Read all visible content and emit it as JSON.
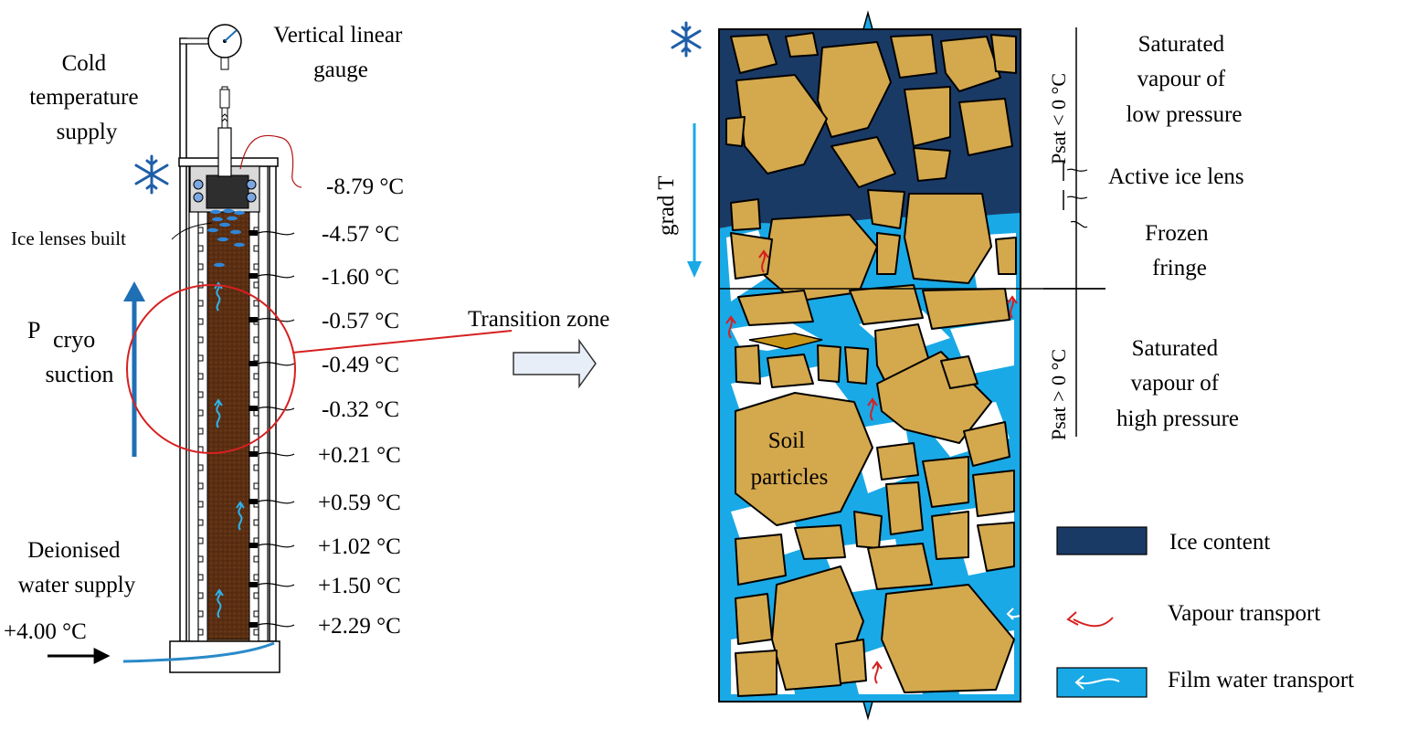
{
  "left_panel": {
    "gauge_label": [
      "Vertical linear",
      "gauge"
    ],
    "cold_supply_label": [
      "Cold",
      "temperature",
      "supply"
    ],
    "ice_lenses_label": "Ice lenses built",
    "suction_label": {
      "main": "P",
      "sub": "cryo",
      "line2": "suction"
    },
    "water_supply_label": [
      "Deionised",
      "water supply"
    ],
    "inlet_temperature": "+4.00 °C",
    "probe_temperatures": [
      "-8.79 °C",
      "-4.57 °C",
      "-1.60 °C",
      "-0.57 °C",
      "-0.49 °C",
      "-0.32 °C",
      "+0.21 °C",
      "+0.59 °C",
      "+1.02 °C",
      "+1.50 °C",
      "+2.29 °C"
    ],
    "transition_label": "Transition zone"
  },
  "right_panel": {
    "grad_label": "grad T",
    "soil_label": [
      "Soil",
      "particles"
    ],
    "psat_low_axis": "Psat < 0 °C",
    "psat_high_axis": "Psat > 0 °C",
    "zone_labels": {
      "saturated_low": [
        "Saturated",
        "vapour of",
        "low pressure"
      ],
      "active_lens": "Active ice lens",
      "frozen_fringe": [
        "Frozen",
        "fringe"
      ],
      "saturated_high": [
        "Saturated",
        "vapour of",
        "high pressure"
      ]
    }
  },
  "legend": [
    {
      "key": "ice",
      "label": "Ice content",
      "color": "#1a3a66"
    },
    {
      "key": "vapour",
      "label": "Vapour transport",
      "color": "#d62020"
    },
    {
      "key": "film",
      "label": "Film water transport",
      "color": "#19a9e6"
    }
  ],
  "colors": {
    "soil_column": "#5a2e12",
    "soil_particle": "#d4a84d",
    "ice": "#1a3a66",
    "water_film": "#19a9e6",
    "suction_arrow": "#1f6fb5",
    "transition_circle": "#d62020"
  }
}
